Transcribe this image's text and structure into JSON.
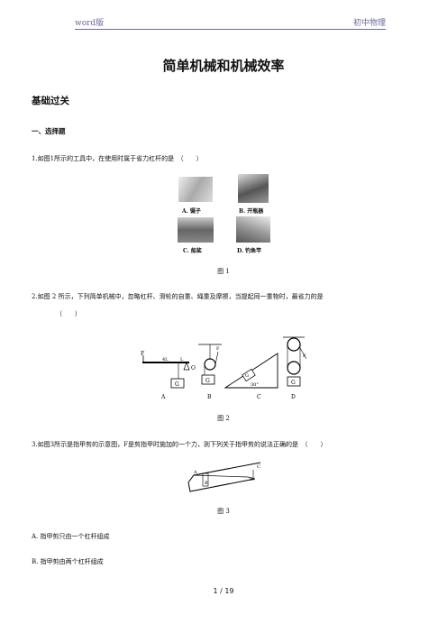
{
  "header": {
    "left": "word版",
    "right": "初中物理"
  },
  "title": "简单机械和机械效率",
  "section": "基础过关",
  "subsection": "一、选择题",
  "q1": {
    "text": "1.如图1所示的工具中，在使用时属于省力杠杆的是　（　　）",
    "opts": [
      "A. 镊子",
      "B. 开瓶器",
      "C. 船桨",
      "D. 钓鱼竿"
    ],
    "caption": "图 1"
  },
  "q2": {
    "line1": "2.如图 2 所示，下列简单机械中，忽略杠杆、滑轮的自重、绳重及摩擦，当提起同一重物时，最省力的是",
    "line2": "（　　）",
    "labels": [
      "A",
      "B",
      "C",
      "D"
    ],
    "caption": "图 2"
  },
  "q3": {
    "text": "3.如图3所示是指甲剪的示意图，F是剪指甲时施加的一个力，则下列关于指甲剪的说法正确的是　（　　）",
    "caption": "图 3",
    "optA": "A. 指甲剪只由一个杠杆组成",
    "optB": "B. 指甲剪由两个杠杆组成"
  },
  "footer": "1 / 19"
}
